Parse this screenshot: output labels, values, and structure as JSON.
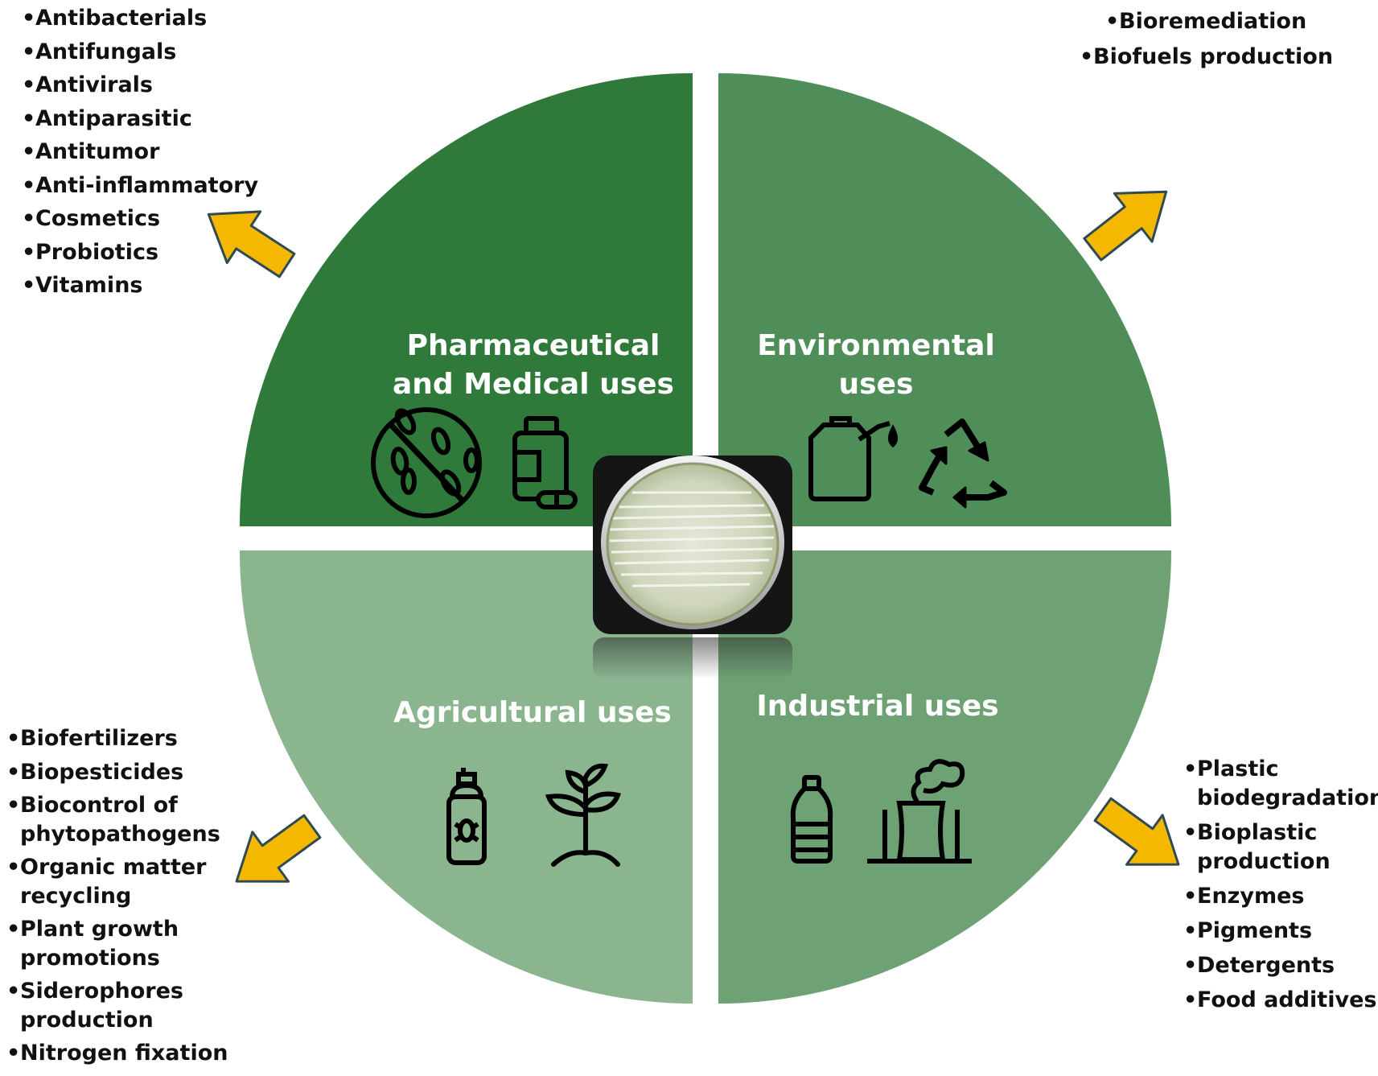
{
  "colors": {
    "pharmaceutical": "#2f7a3a",
    "environmental": "#4f8e58",
    "agricultural": "#8ab58f",
    "industrial": "#6ea274",
    "arrow": "#f5b800",
    "arrow_outline": "#2e4a55"
  },
  "quadrants": {
    "pharmaceutical": {
      "title_line1": "Pharmaceutical",
      "title_line2": "and Medical uses",
      "icons": [
        "no-bacteria-icon",
        "medicine-bottle-icon"
      ]
    },
    "environmental": {
      "title_line1": "Environmental",
      "title_line2": "uses",
      "icons": [
        "fuel-can-icon",
        "recycle-icon"
      ]
    },
    "agricultural": {
      "title": "Agricultural uses",
      "icons": [
        "insecticide-spray-icon",
        "seedling-icon"
      ]
    },
    "industrial": {
      "title": "Industrial uses",
      "icons": [
        "plastic-bottle-icon",
        "factory-icon"
      ]
    }
  },
  "lists": {
    "pharmaceutical": [
      "Antibacterials",
      "Antifungals",
      "Antivirals",
      "Antiparasitic",
      "Antitumor",
      "Anti-inflammatory",
      "Cosmetics",
      "Probiotics",
      "Vitamins"
    ],
    "environmental": [
      "Bioremediation",
      "Biofuels production"
    ],
    "agricultural": [
      "Biofertilizers",
      "Biopesticides",
      "Biocontrol of\nphytopathogens",
      "Organic matter\nrecycling",
      "Plant growth\npromotions",
      "Siderophores\nproduction",
      "Nitrogen fixation"
    ],
    "industrial": [
      "Plastic\nbiodegradation",
      "Bioplastic\nproduction",
      "Enzymes",
      "Pigments",
      "Detergents",
      "Food additives"
    ]
  },
  "bullet": "•",
  "center_image": "petri-dish-photo"
}
